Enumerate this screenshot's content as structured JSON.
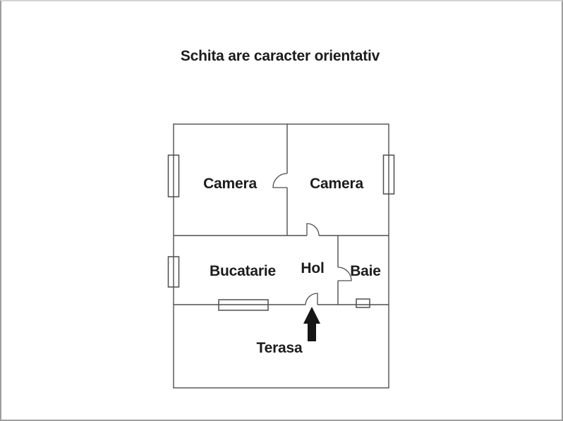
{
  "title": "Schita are caracter orientativ",
  "floorplan": {
    "rooms": [
      {
        "label": "Camera"
      },
      {
        "label": "Camera"
      },
      {
        "label": "Bucatarie"
      },
      {
        "label": "Hol"
      },
      {
        "label": "Baie"
      },
      {
        "label": "Terasa"
      }
    ],
    "symbols": {
      "entrance_arrow": "up-arrow",
      "window_symbol": "double-line-window",
      "door_symbol": "quarter-circle-swing"
    },
    "colors": {
      "wall": "#4e4e4e",
      "text": "#1c1c1c",
      "arrow": "#161616",
      "page_border": "#9e9e9e",
      "background": "#ffffff"
    }
  }
}
